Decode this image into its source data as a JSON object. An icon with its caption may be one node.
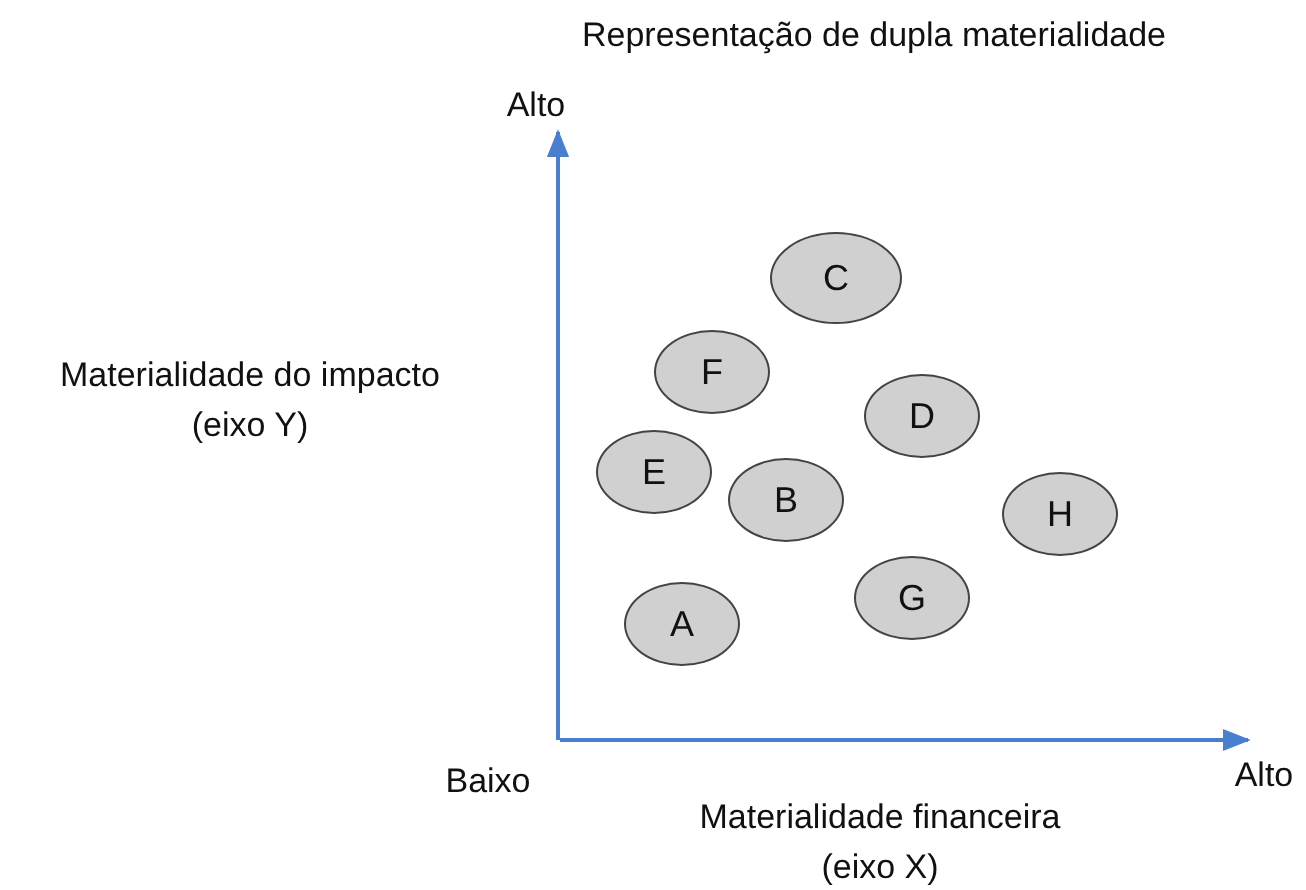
{
  "diagram": {
    "title": "Representação de dupla materialidade",
    "nodes": [
      {
        "text": [
          "C"
        ]
      },
      {
        "text": [
          "F"
        ]
      },
      {
        "text": [
          "D"
        ]
      },
      {
        "text": [
          "E"
        ]
      },
      {
        "text": [
          "B"
        ]
      },
      {
        "text": [
          "H"
        ]
      },
      {
        "text": [
          "G"
        ]
      },
      {
        "text": [
          "A"
        ]
      }
    ],
    "labels": [
      "Alto",
      "Materialidade do impacto (eixo Y)",
      "Baixo",
      "Alto",
      "Materialidade financeira (eixo X)"
    ]
  }
}
